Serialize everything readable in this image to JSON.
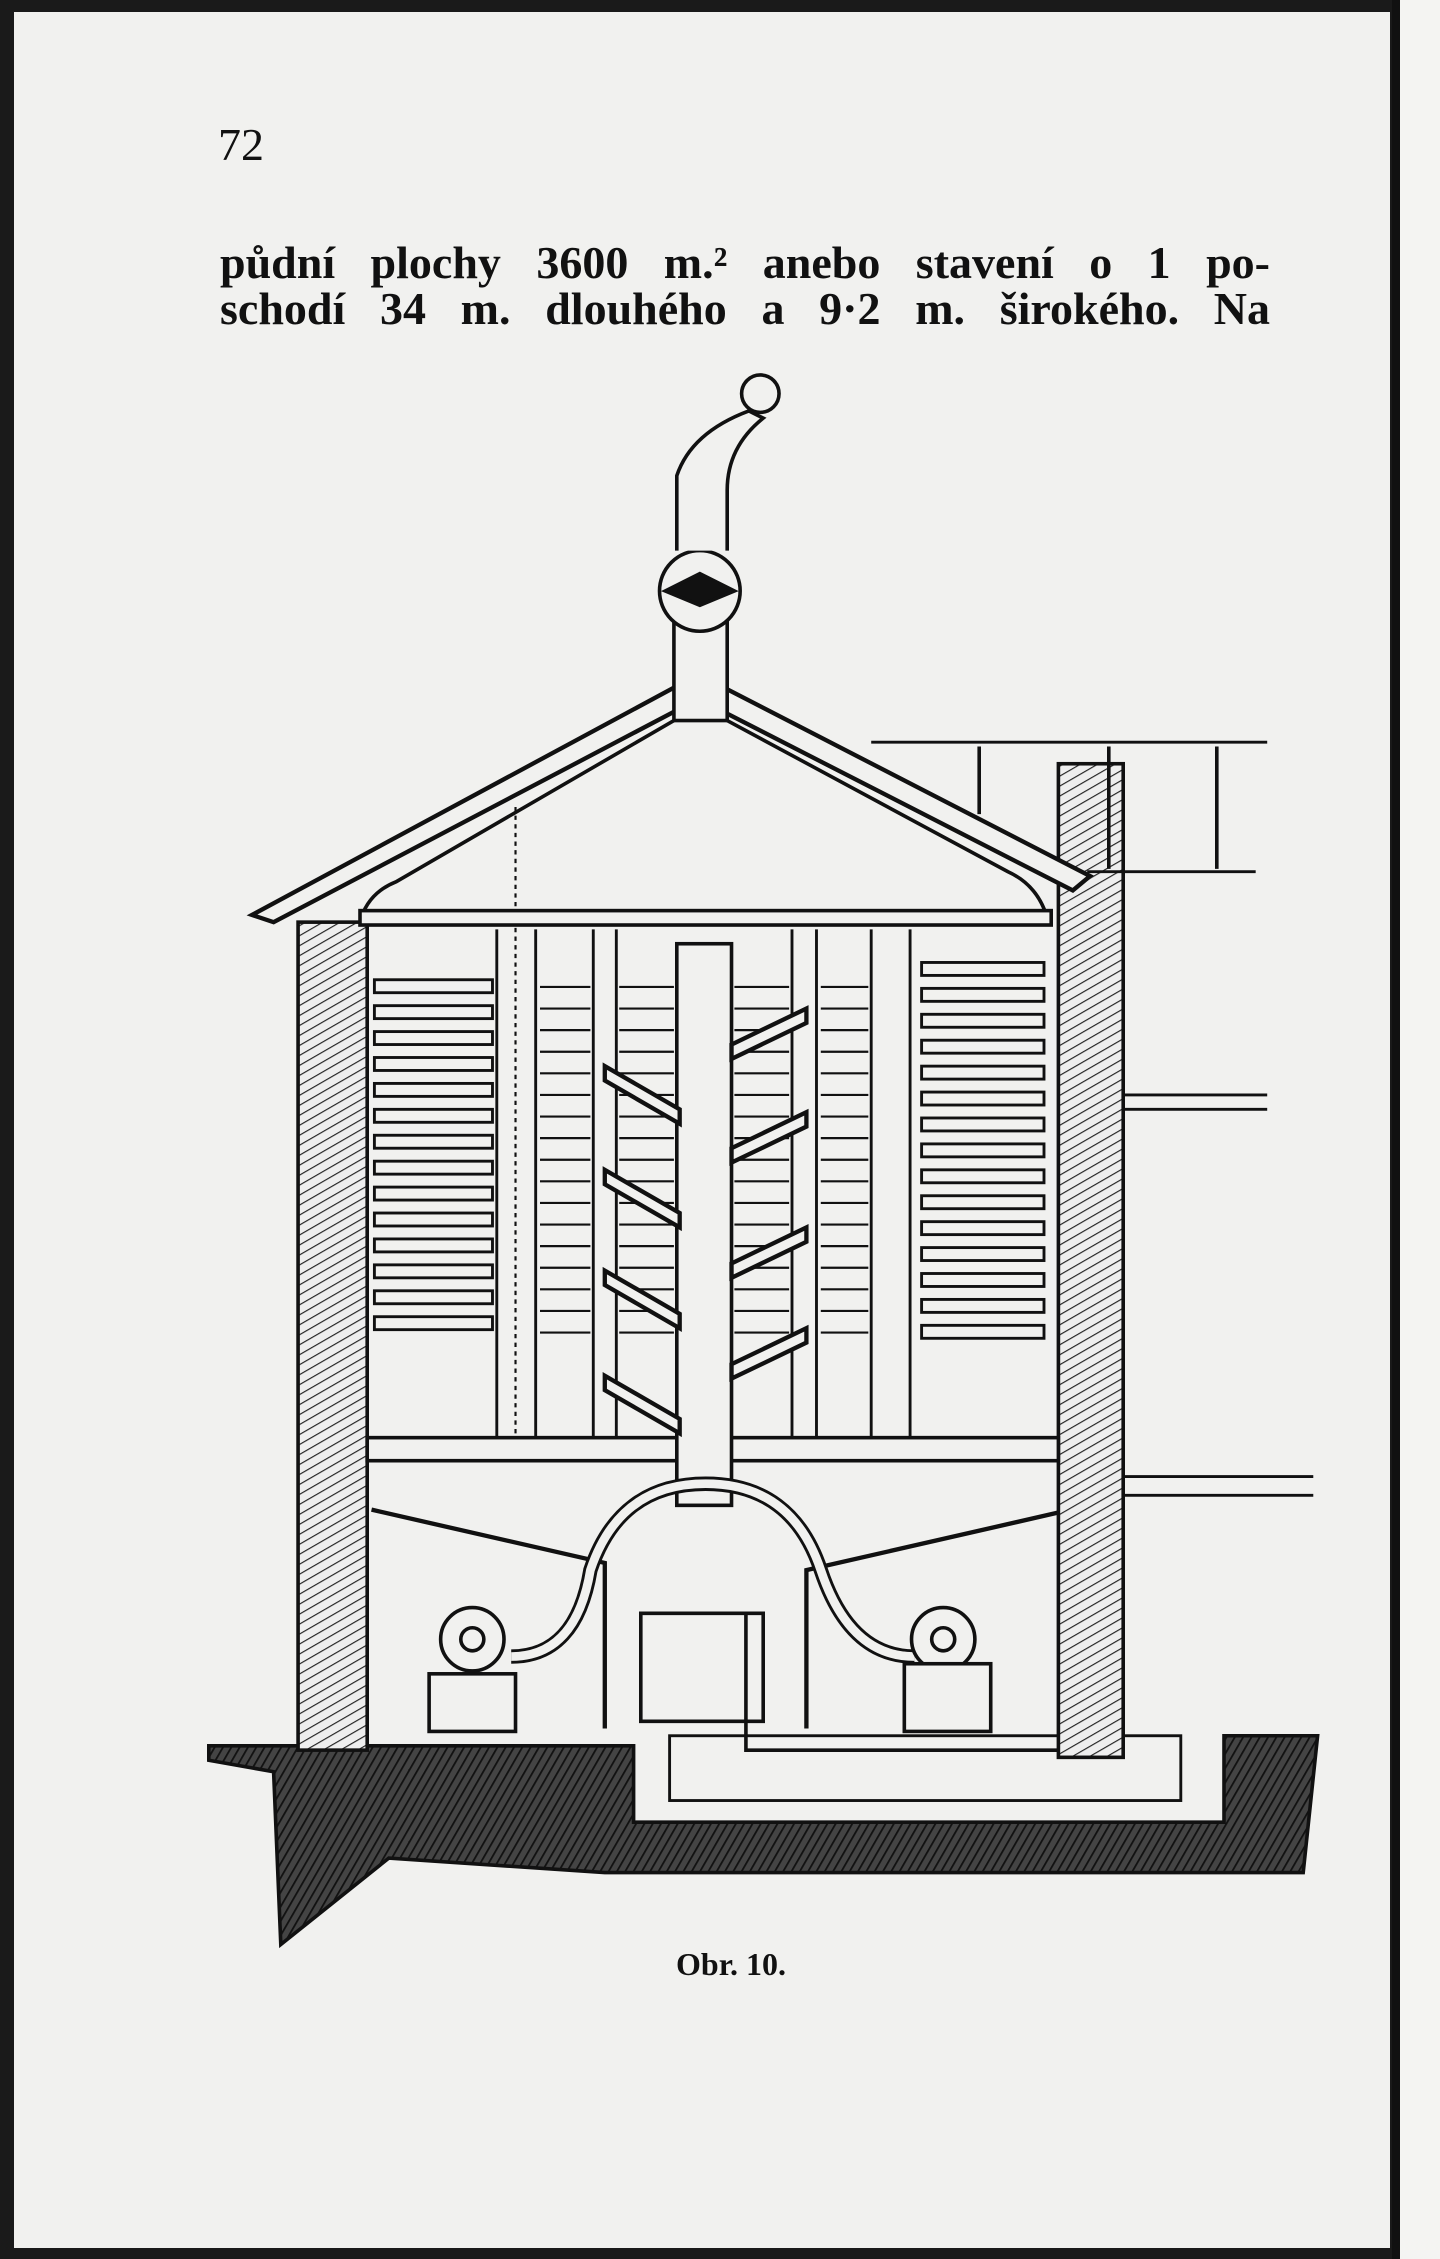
{
  "page_number": "72",
  "body_text": {
    "line1": "půdní plochy 3600 m.² anebo stavení o 1 po-",
    "line2": "schodí 34 m. dlouhého a 9·2 m. širokého. Na"
  },
  "figure": {
    "caption": "Obr. 10."
  }
}
